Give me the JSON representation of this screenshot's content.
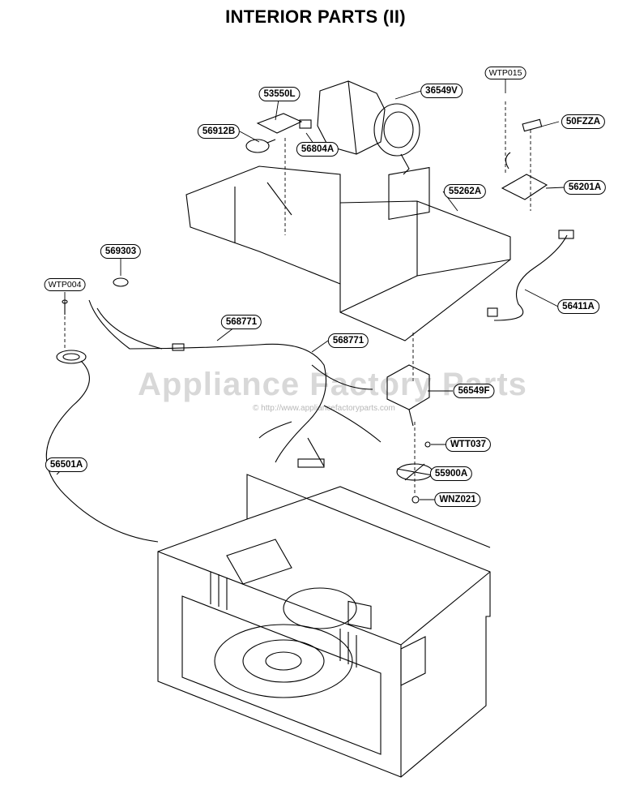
{
  "title": "INTERIOR PARTS (II)",
  "watermark": "Appliance Factory Parts",
  "watermark_url": "© http://www.appliancefactoryparts.com",
  "parts": {
    "p53550L": "53550L",
    "p36549V": "36549V",
    "pWTP015": "WTP015",
    "p56912B": "56912B",
    "p56804A": "56804A",
    "p50FZZA": "50FZZA",
    "p56201A": "56201A",
    "p55262A": "55262A",
    "p569303": "569303",
    "pWTP004": "WTP004",
    "p568771a": "568771",
    "p568771b": "568771",
    "p56411A": "56411A",
    "p56549F": "56549F",
    "pWTT037": "WTT037",
    "p56501A": "56501A",
    "p55900A": "55900A",
    "pWNZ021": "WNZ021"
  }
}
